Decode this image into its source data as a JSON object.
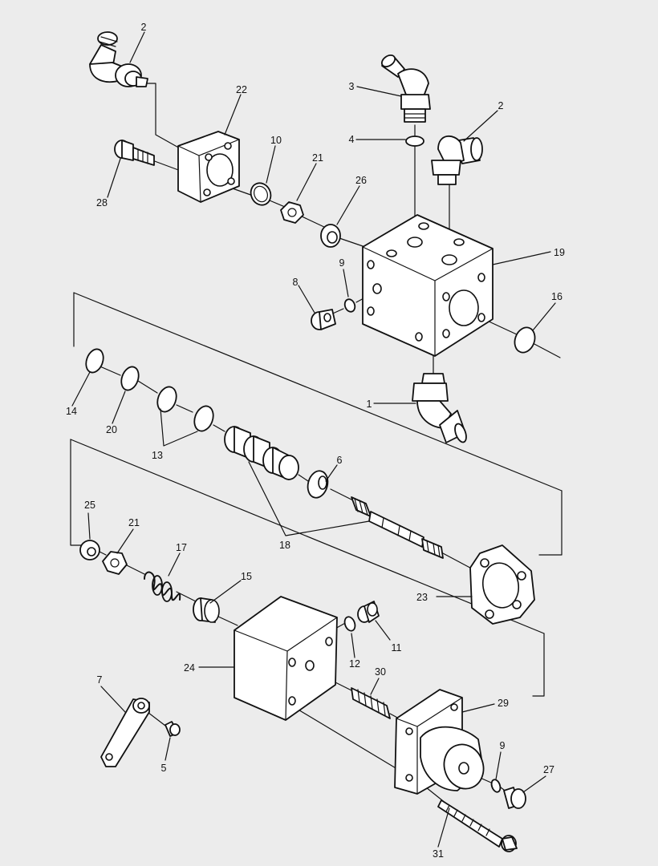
{
  "callouts": [
    {
      "id": "c1",
      "text": "1"
    },
    {
      "id": "c2a",
      "text": "2"
    },
    {
      "id": "c2b",
      "text": "2"
    },
    {
      "id": "c3",
      "text": "3"
    },
    {
      "id": "c4",
      "text": "4"
    },
    {
      "id": "c5",
      "text": "5"
    },
    {
      "id": "c6",
      "text": "6"
    },
    {
      "id": "c7",
      "text": "7"
    },
    {
      "id": "c8",
      "text": "8"
    },
    {
      "id": "c9a",
      "text": "9"
    },
    {
      "id": "c9b",
      "text": "9"
    },
    {
      "id": "c10",
      "text": "10"
    },
    {
      "id": "c11",
      "text": "11"
    },
    {
      "id": "c12",
      "text": "12"
    },
    {
      "id": "c13",
      "text": "13"
    },
    {
      "id": "c14",
      "text": "14"
    },
    {
      "id": "c15",
      "text": "15"
    },
    {
      "id": "c16",
      "text": "16"
    },
    {
      "id": "c17",
      "text": "17"
    },
    {
      "id": "c18",
      "text": "18"
    },
    {
      "id": "c19",
      "text": "19"
    },
    {
      "id": "c20",
      "text": "20"
    },
    {
      "id": "c21a",
      "text": "21"
    },
    {
      "id": "c21b",
      "text": "21"
    },
    {
      "id": "c22",
      "text": "22"
    },
    {
      "id": "c23",
      "text": "23"
    },
    {
      "id": "c24",
      "text": "24"
    },
    {
      "id": "c25",
      "text": "25"
    },
    {
      "id": "c26",
      "text": "26"
    },
    {
      "id": "c27",
      "text": "27"
    },
    {
      "id": "c28",
      "text": "28"
    },
    {
      "id": "c29",
      "text": "29"
    },
    {
      "id": "c30",
      "text": "30"
    },
    {
      "id": "c31",
      "text": "31"
    }
  ]
}
